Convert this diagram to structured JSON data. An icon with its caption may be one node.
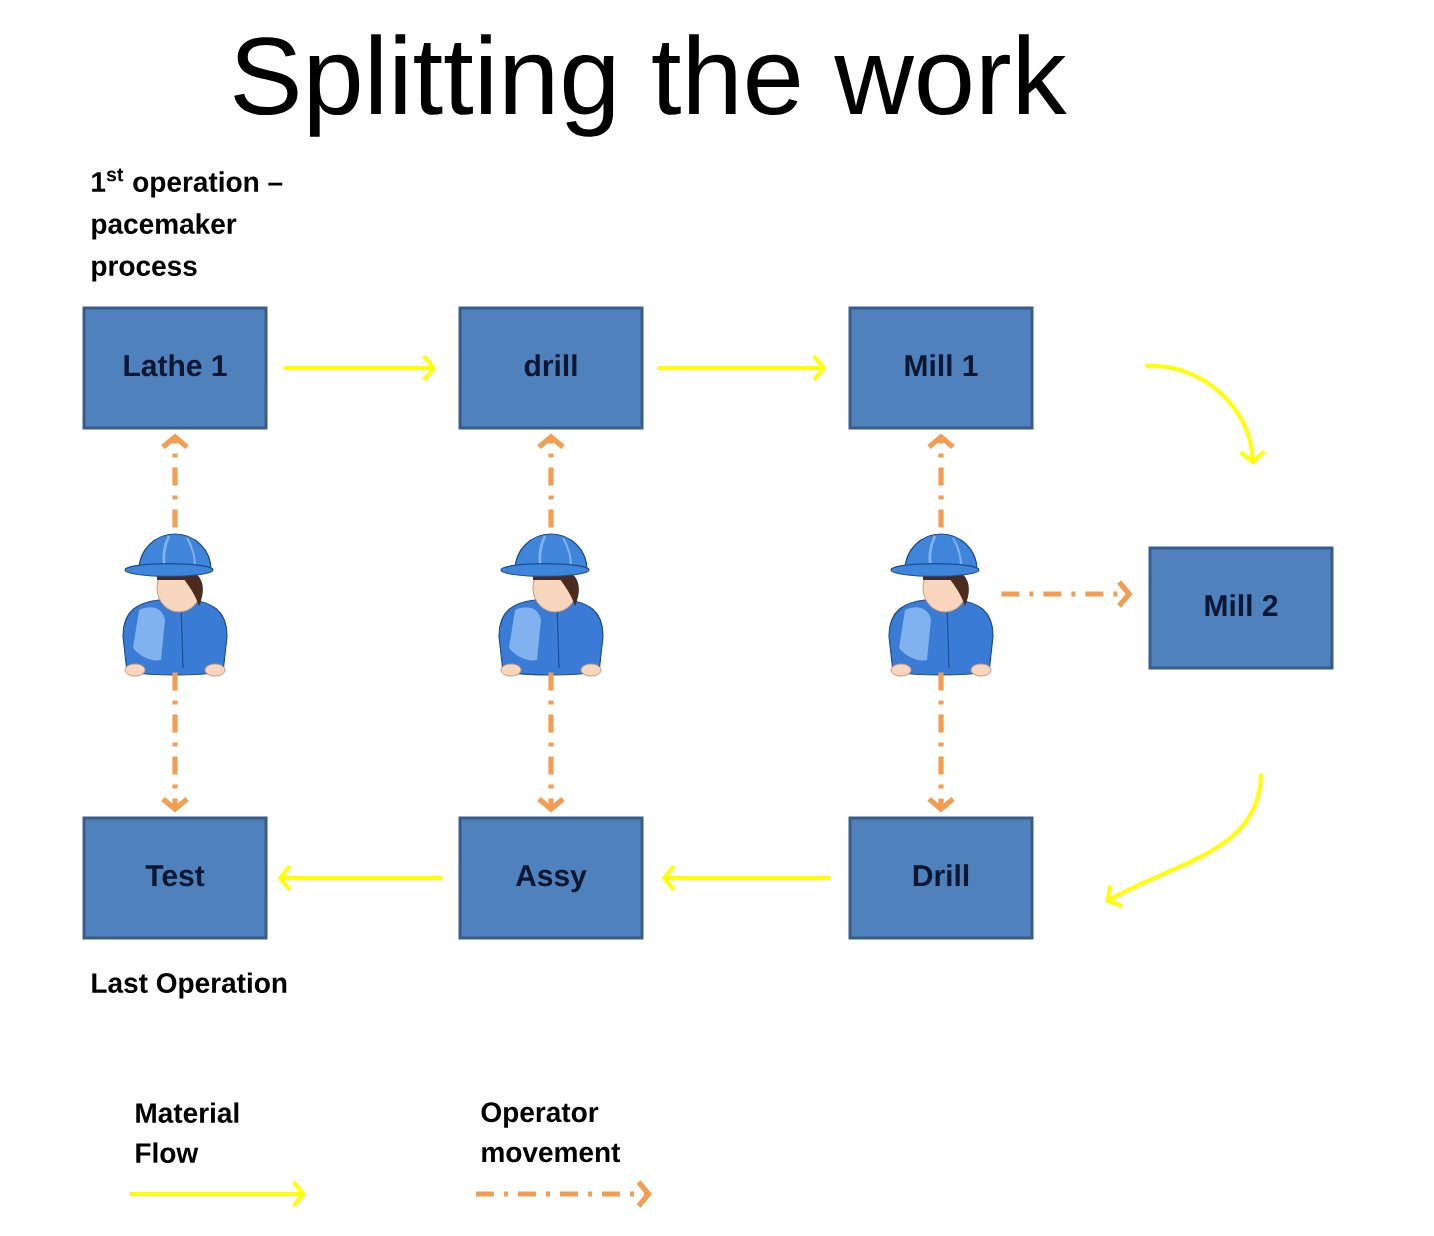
{
  "diagram": {
    "title": "Splitting the work",
    "nodes": [
      {
        "text": [
          "Lathe 1"
        ],
        "beside": [
          "1$^{st}$ operation – pacemaker process"
        ]
      },
      {
        "text": [
          "drill"
        ]
      },
      {
        "text": [
          "Mill 1"
        ]
      },
      {
        "text": [
          "Mill 2"
        ]
      },
      {
        "text": [
          "Drill"
        ]
      },
      {
        "text": [
          "Assy"
        ]
      },
      {
        "text": [
          "Test"
        ],
        "beside": [
          "Last Operation"
        ]
      },
      {
        "text": [],
        "shape": "person"
      },
      {
        "text": [],
        "shape": "person"
      },
      {
        "text": [],
        "shape": "person"
      }
    ],
    "edges": [
      {
        "from": 0,
        "to": 1,
        "arrow": "to",
        "color": "#ffff00"
      },
      {
        "from": 1,
        "to": 2,
        "arrow": "to",
        "color": "#ffff00"
      },
      {
        "from": 2,
        "to": 3,
        "arrow": "to",
        "color": "#ffff00"
      },
      {
        "from": 3,
        "to": 4,
        "arrow": "to",
        "color": "#ffff00"
      },
      {
        "from": 4,
        "to": 5,
        "arrow": "to",
        "color": "#ffff00"
      },
      {
        "from": 5,
        "to": 6,
        "arrow": "to",
        "color": "#ffff00"
      },
      {
        "from": 7,
        "to": 0,
        "arrow": "to",
        "style": "dashed",
        "color": "#f29d52"
      },
      {
        "from": 7,
        "to": 6,
        "arrow": "to",
        "style": "dashed",
        "color": "#f29d52"
      },
      {
        "from": 8,
        "to": 1,
        "arrow": "to",
        "style": "dashed",
        "color": "#f29d52"
      },
      {
        "from": 8,
        "to": 5,
        "arrow": "to",
        "style": "dashed",
        "color": "#f29d52"
      },
      {
        "from": 9,
        "to": 2,
        "arrow": "to",
        "style": "dashed",
        "color": "#f29d52"
      },
      {
        "from": 9,
        "to": 3,
        "arrow": "to",
        "style": "dashed",
        "color": "#f29d52"
      },
      {
        "from": 9,
        "to": 4,
        "arrow": "to",
        "style": "dashed",
        "color": "#f29d52"
      }
    ],
    "legend": [
      {
        "text": "Material Flow"
      },
      {
        "text": "Operator movement"
      }
    ]
  }
}
